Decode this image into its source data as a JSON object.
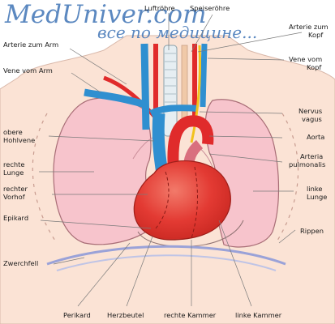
{
  "watermark": {
    "brand": "MedUniver.com",
    "tagline": "все по медицине..."
  },
  "labels": {
    "luftroehre": "Luftröhre",
    "speiseroehre": "Speiseröhre",
    "arterie_zum_arm": "Arterie zum Arm",
    "arterie_zum_kopf_1": "Arterie zum",
    "arterie_zum_kopf_2": "Kopf",
    "vene_vom_arm": "Vene vom Arm",
    "vene_vom_kopf_1": "Vene vom",
    "vene_vom_kopf_2": "Kopf",
    "nervus_vagus_1": "Nervus",
    "nervus_vagus_2": "vagus",
    "obere_hohlvene_1": "obere",
    "obere_hohlvene_2": "Hohlvene",
    "aorta": "Aorta",
    "arteria_pulmonalis_1": "Arteria",
    "arteria_pulmonalis_2": "pulmonalis",
    "rechte_lunge_1": "rechte",
    "rechte_lunge_2": "Lunge",
    "linke_lunge_1": "linke",
    "linke_lunge_2": "Lunge",
    "rechter_vorhof_1": "rechter",
    "rechter_vorhof_2": "Vorhof",
    "epikard": "Epikard",
    "rippen": "Rippen",
    "zwerchfell": "Zwerchfell",
    "perikard": "Perikard",
    "herzbeutel": "Herzbeutel",
    "rechte_kammer": "rechte Kammer",
    "linke_kammer": "linke Kammer"
  },
  "colors": {
    "body": "#fbe3d5",
    "lung": "#f7c4cc",
    "heart": "#e53a36",
    "artery": "#e02b2b",
    "vein": "#2f8fd0",
    "trachea": "#e6eef2",
    "nerve": "#f2c21c",
    "diaphragm": "#9aa2d8"
  }
}
